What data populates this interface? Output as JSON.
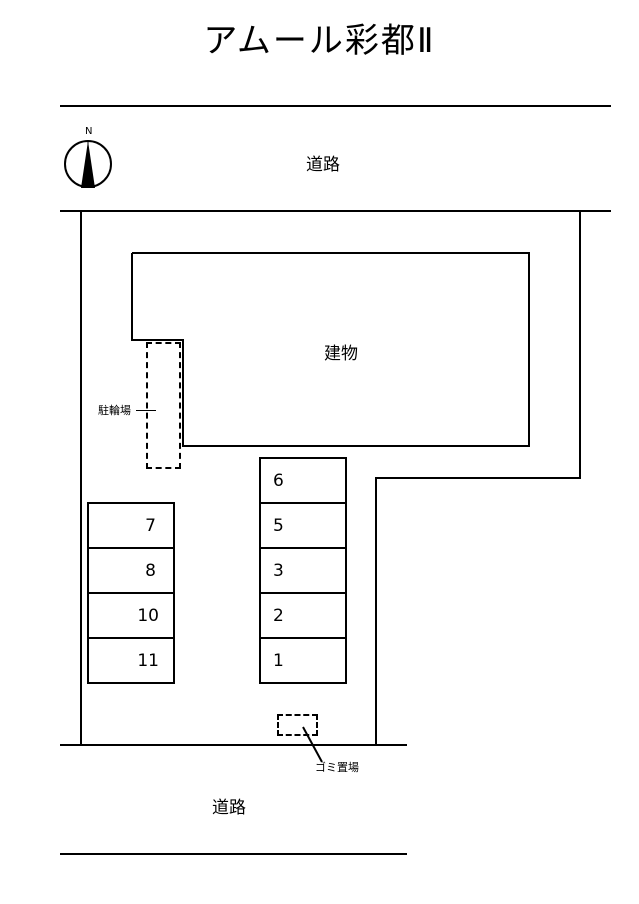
{
  "title": "アムール彩都Ⅱ",
  "compass": {
    "label": "N",
    "icon": "north-arrow-icon"
  },
  "roads": {
    "top": {
      "label": "道路"
    },
    "bottom": {
      "label": "道路"
    }
  },
  "building": {
    "label": "建物"
  },
  "bike_parking": {
    "label": "駐輪場"
  },
  "garbage_area": {
    "label": "ゴミ置場"
  },
  "parking": {
    "left_column": [
      {
        "number": "7"
      },
      {
        "number": "8"
      },
      {
        "number": "10"
      },
      {
        "number": "11"
      }
    ],
    "right_column": [
      {
        "number": "6"
      },
      {
        "number": "5"
      },
      {
        "number": "3"
      },
      {
        "number": "2"
      },
      {
        "number": "1"
      }
    ]
  }
}
